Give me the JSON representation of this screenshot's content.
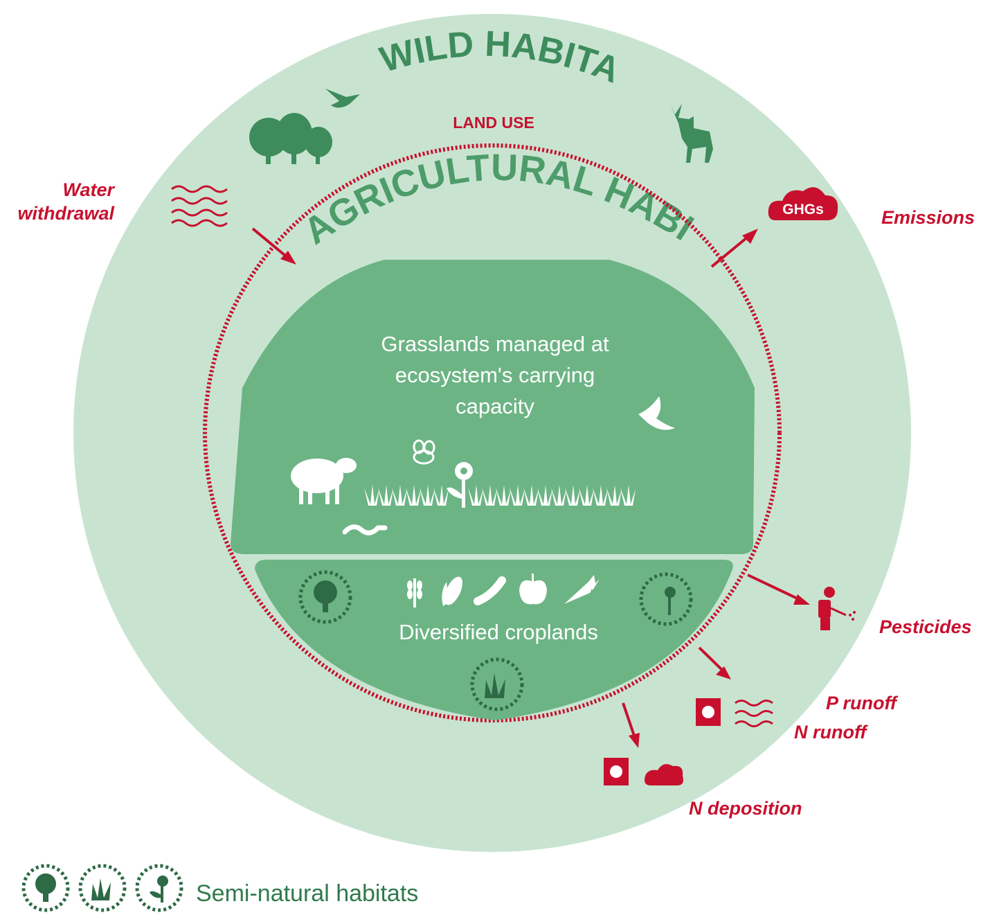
{
  "zones": {
    "wild": "WILD HABITATS",
    "agricultural": "AGRICULTURAL HABITATS",
    "land_use": "LAND USE",
    "grasslands": "Grasslands managed at ecosystem's carrying capacity",
    "croplands": "Diversified croplands"
  },
  "pressures": {
    "water": [
      "Water",
      "withdrawal"
    ],
    "emissions": "Emissions",
    "ghg_badge": "GHGs",
    "pesticides": "Pesticides",
    "p_runoff": "P runoff",
    "n_runoff": "N runoff",
    "n_deposition": "N deposition"
  },
  "legend": {
    "label": "Semi-natural habitats",
    "icons": [
      "tree-icon",
      "grass-icon",
      "flower-icon"
    ]
  },
  "icons": {
    "wild": [
      "trees-icon",
      "bird-icon",
      "deer-icon"
    ],
    "grassland": [
      "sheep-icon",
      "bee-icon",
      "flower-icon",
      "grass-icon",
      "worm-icon",
      "bird-icon"
    ],
    "crops": [
      "wheat-icon",
      "corn-icon",
      "pea-pod-icon",
      "apple-icon",
      "carrot-icon"
    ],
    "pressures": [
      "water-waves-icon",
      "ghg-cloud-icon",
      "sprayer-person-icon",
      "fertilizer-bag-icon",
      "cloud-icon"
    ]
  },
  "colors": {
    "outer": "#c8e4d1",
    "inner": "#6db485",
    "dark_green": "#3e8c5c",
    "pressure_red": "#c8102e",
    "white": "#ffffff"
  }
}
